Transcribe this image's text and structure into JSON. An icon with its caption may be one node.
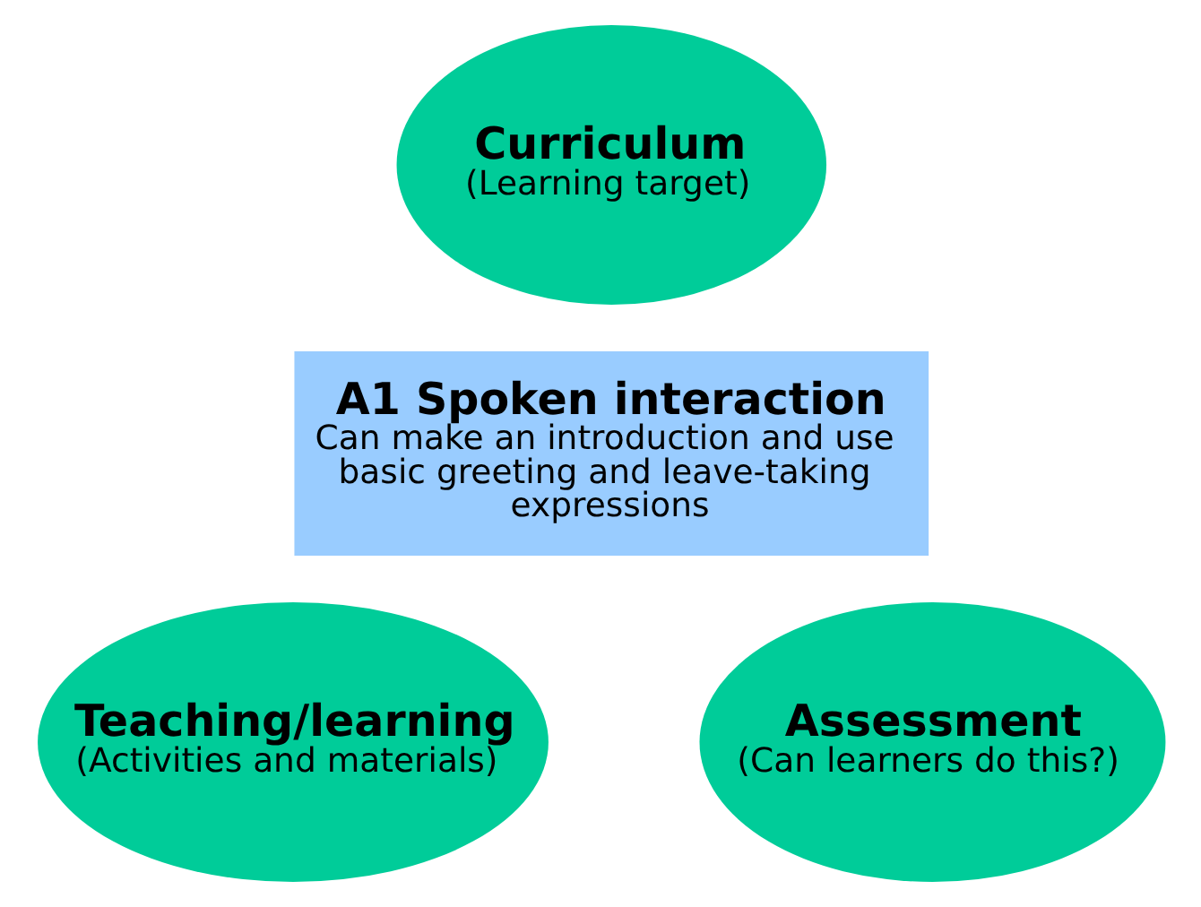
{
  "diagram": {
    "nodes": [
      {
        "text": [
          "Curriculum",
          "(Learning target)"
        ]
      },
      {
        "text": [
          "A1 Spoken interaction",
          "Can make an introduction and use basic greeting and leave-taking expressions"
        ]
      },
      {
        "text": [
          "Teaching/learning",
          "(Activities and materials)"
        ]
      },
      {
        "text": [
          "Assessment",
          "(Can learners do this?)"
        ]
      }
    ],
    "edges": []
  }
}
